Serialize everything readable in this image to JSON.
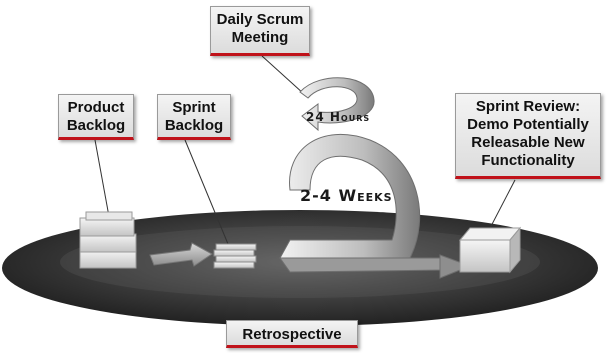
{
  "boxes": {
    "daily_scrum": {
      "line1": "Daily Scrum",
      "line2": "Meeting"
    },
    "product_backlog": {
      "line1": "Product",
      "line2": "Backlog"
    },
    "sprint_backlog": {
      "line1": "Sprint",
      "line2": "Backlog"
    },
    "sprint_review": {
      "line1": "Sprint Review:",
      "line2": "Demo Potentially",
      "line3": "Releasable New",
      "line4": "Functionality"
    },
    "retrospective": {
      "line1": "Retrospective"
    }
  },
  "loop_labels": {
    "hours": "24 Hours",
    "weeks": "2-4 Weeks"
  },
  "colors": {
    "accent_red": "#c0121a",
    "platform_dark": "#2b2b2b",
    "box_fill": "#e6e6e6"
  }
}
